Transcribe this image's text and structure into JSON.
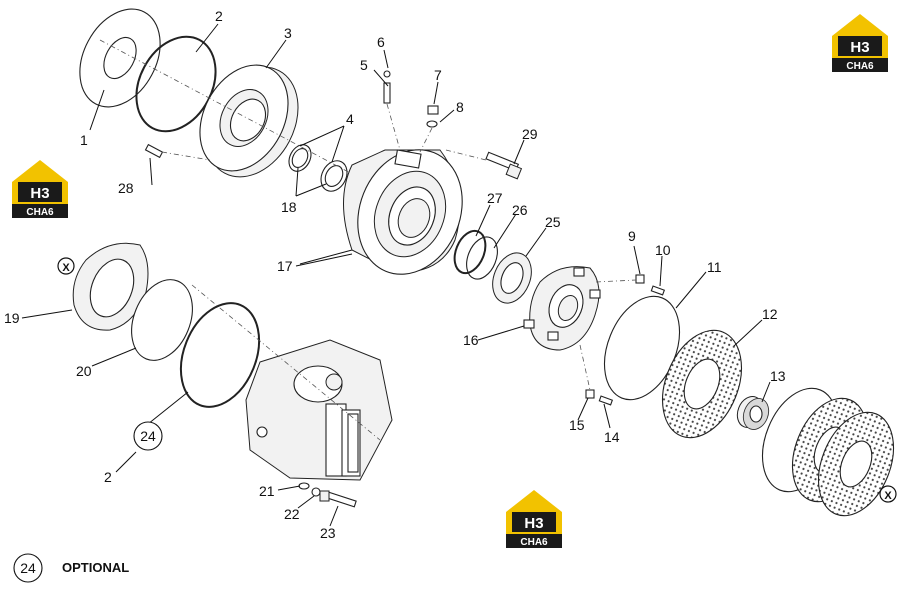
{
  "callouts": {
    "c1": "1",
    "c2": "2",
    "c3": "3",
    "c4": "4",
    "c5": "5",
    "c6": "6",
    "c7": "7",
    "c8": "8",
    "c9": "9",
    "c10": "10",
    "c11": "11",
    "c12": "12",
    "c13": "13",
    "c14": "14",
    "c15": "15",
    "c16": "16",
    "c17": "17",
    "c18": "18",
    "c19": "19",
    "c20": "20",
    "c2b": "2",
    "c21": "21",
    "c22": "22",
    "c23": "23",
    "c24": "24",
    "c25": "25",
    "c26": "26",
    "c27": "27",
    "c28": "28",
    "c29": "29"
  },
  "optional_circle": "24",
  "legend": {
    "circle_number": "24",
    "text": "OPTIONAL"
  },
  "x_marks": {
    "left": "X",
    "right": "X"
  },
  "watermark": {
    "logo_letters": "H3",
    "caption": "CHA6"
  },
  "colors": {
    "logo_yellow": "#f2c200",
    "logo_black": "#1a1a1a",
    "line": "#111111"
  }
}
